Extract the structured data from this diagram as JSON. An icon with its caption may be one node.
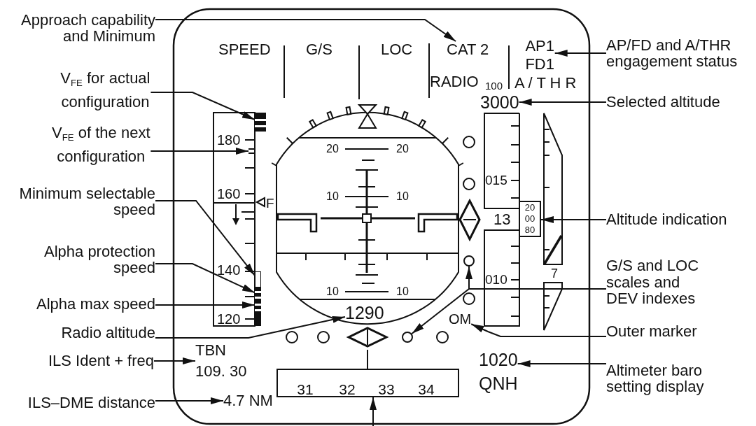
{
  "diagram": {
    "nodes": [
      {
        "text": [
          "Approach capability and Minimum"
        ]
      },
      {
        "text": [
          "V$_{FE}$ for actual configuration"
        ]
      },
      {
        "text": [
          "V$_{FE}$ of the next configuration"
        ]
      },
      {
        "text": [
          "Minimum selectable speed"
        ]
      },
      {
        "text": [
          "Alpha protection speed"
        ]
      },
      {
        "text": [
          "Alpha max speed"
        ]
      },
      {
        "text": [
          "Radio altitude"
        ]
      },
      {
        "text": [
          "ILS Ident + freq"
        ]
      },
      {
        "text": [
          "ILS–DME distance"
        ]
      },
      {
        "text": [
          "AP/FD and A/THR engagement status"
        ]
      },
      {
        "text": [
          "Selected altitude"
        ]
      },
      {
        "text": [
          "Altitude indication"
        ]
      },
      {
        "text": [
          "G/S and LOC scales and DEV indexes"
        ]
      },
      {
        "text": [
          "Outer marker"
        ]
      },
      {
        "text": [
          "Altimeter baro setting display"
        ]
      },
      {
        "text": [
          "CAT 2"
        ]
      },
      {
        "text": [
          "AP1 FD1"
        ]
      },
      {
        "text": [
          "3000"
        ]
      },
      {
        "text": [],
        "shape": "bar"
      },
      {
        "text": [],
        "shape": "bar"
      },
      {
        "text": [],
        "shape": "bar"
      },
      {
        "text": [],
        "shape": "bar"
      },
      {
        "text": [],
        "shape": "bar"
      },
      {
        "text": [
          "1290"
        ]
      },
      {
        "text": [
          "TBN",
          "109. 30"
        ]
      },
      {
        "text": [
          "4.7 NM"
        ]
      },
      {
        "text": [
          "20 00 80"
        ],
        "beside": [
          "13"
        ]
      },
      {
        "text": [],
        "shape": "circle"
      },
      {
        "text": [],
        "shape": "circle"
      },
      {
        "text": [
          "OM"
        ]
      },
      {
        "text": [
          "1020",
          "QNH"
        ]
      },
      {
        "text": [
          "31",
          "32",
          "33",
          "34"
        ]
      }
    ],
    "edges": [
      {
        "from": 0,
        "to": 15,
        "arrow": "to"
      },
      {
        "from": 1,
        "to": 18,
        "arrow": "to"
      },
      {
        "from": 2,
        "to": 19,
        "arrow": "to"
      },
      {
        "from": 3,
        "to": 20,
        "arrow": "to"
      },
      {
        "from": 4,
        "to": 21,
        "arrow": "to"
      },
      {
        "from": 5,
        "to": 22,
        "arrow": "to"
      },
      {
        "from": 6,
        "to": 23,
        "arrow": "to"
      },
      {
        "from": 7,
        "to": 24,
        "arrow": "to"
      },
      {
        "from": 8,
        "to": 25,
        "arrow": "to"
      },
      {
        "from": 9,
        "to": 16,
        "arrow": "to"
      },
      {
        "from": 10,
        "to": 17,
        "arrow": "to"
      },
      {
        "from": 11,
        "to": 26,
        "arrow": "to"
      },
      {
        "from": 12,
        "to": 27,
        "arrow": "to"
      },
      {
        "from": 12,
        "to": 28,
        "arrow": "to"
      },
      {
        "from": 13,
        "to": 29,
        "arrow": "to"
      },
      {
        "from": 14,
        "to": 30,
        "arrow": "to"
      },
      {
        "from": null,
        "to": 31,
        "arrow": "to"
      }
    ],
    "labels": [
      "SPEED",
      "G/S",
      "LOC",
      "RADIO",
      "100",
      "A / T H R",
      "180",
      "20",
      "20",
      "015",
      "160",
      "10",
      "10",
      "F",
      "140",
      "7",
      "010",
      "10",
      "10",
      "120"
    ]
  }
}
